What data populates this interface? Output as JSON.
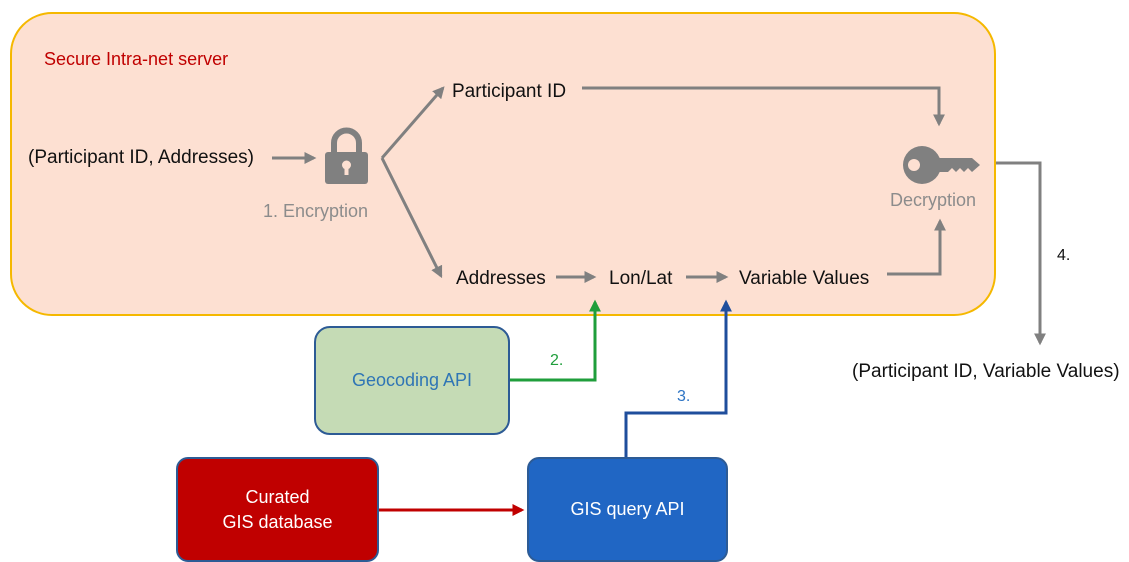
{
  "server": {
    "title": "Secure Intra-net server"
  },
  "nodes": {
    "input": "(Participant ID, Addresses)",
    "encryption": "1. Encryption",
    "participant_id": "Participant ID",
    "addresses": "Addresses",
    "lonlat": "Lon/Lat",
    "variable_values": "Variable Values",
    "decryption": "Decryption",
    "output": "(Participant ID, Variable Values)"
  },
  "boxes": {
    "geocoding": "Geocoding API",
    "gis_db_line1": "Curated",
    "gis_db_line2": "GIS database",
    "gis_query": "GIS query API"
  },
  "steps": {
    "two": "2.",
    "three": "3.",
    "four": "4."
  },
  "icons": {
    "lock": "lock-icon",
    "key": "key-icon"
  },
  "colors": {
    "server_fill": "#fde0d2",
    "server_border": "#f5b800",
    "arrow_grey": "#808080",
    "arrow_green": "#1f9e3b",
    "arrow_blue": "#1f4e9c",
    "arrow_red": "#c00000"
  }
}
